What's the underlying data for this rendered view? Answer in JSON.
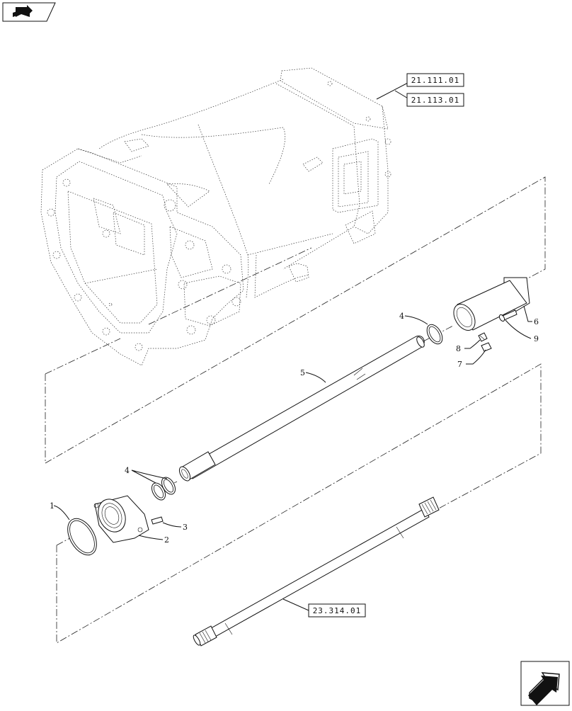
{
  "nav": {
    "top_icon": "book-arrow-icon",
    "bottom_icon": "next-page-arrow-icon"
  },
  "references": {
    "r1": "21.111.01",
    "r2": "21.113.01",
    "r3": "23.314.01"
  },
  "callouts": {
    "c1": "1",
    "c2": "2",
    "c3": "3",
    "c4a": "4",
    "c4b": "4",
    "c5": "5",
    "c6": "6",
    "c7": "7",
    "c8": "8",
    "c9": "9"
  }
}
